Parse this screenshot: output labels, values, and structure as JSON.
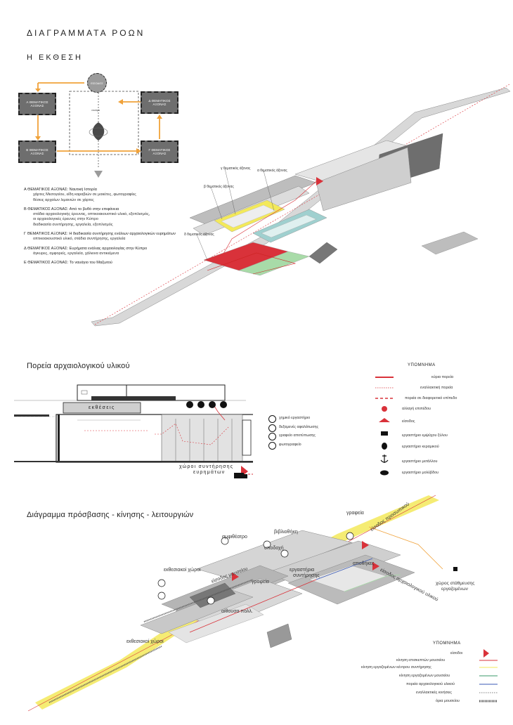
{
  "header": {
    "title": "ΔΙΑΓΡΑΜΜΑΤΑ ΡΟΩΝ",
    "exhibition_title": "Η ΕΚΘΕΣΗ",
    "route_title": "Πορεία αρχαιολογικού υλικού",
    "access_title": "Διάγραμμα πρόσβασης - κίνησης - λειτουργιών"
  },
  "flow": {
    "entrance": "ΕΙΣΟΔΟΣ",
    "boxes": {
      "a": "Α ΘΕΜΑΤΙΚΟΣ ΑΞΟΝΑΣ",
      "b": "Β ΘΕΜΑΤΙΚΟΣ ΑΞΟΝΑΣ",
      "c": "Γ ΘΕΜΑΤΙΚΟΣ ΑΞΟΝΑΣ",
      "d": "Δ ΘΕΜΑΤΙΚΟΣ ΑΞΟΝΑΣ"
    },
    "center_label": "ναυάγιο"
  },
  "axes": [
    {
      "title": "Α ΘΕΜΑΤΙΚΟΣ ΑΞΟΝΑΣ:  Ναυτική Ιστορία",
      "details": [
        "χάρτες Μεσογείου, είδη καραβιών σε μακέτες, φωτογραφίες",
        "θέσεις αρχαίων λιμανιών σε χάρτες"
      ]
    },
    {
      "title": "Β ΘΕΜΑΤΙΚΟΣ ΑΞΟΝΑΣ:  Από το βυθό στην επιφάνεια",
      "details": [
        "στάδια αρχαιολογικής έρευνας, οπτικοακουστικό υλικό, εξοπλισμός,",
        "οι αρχαιολογικές έρευνες στην Κύπρο",
        "διαδικασία συντήρησης, εργαλεία, εξοπλισμός"
      ]
    },
    {
      "title": "Γ ΘΕΜΑΤΙΚΟΣ ΑΞΟΝΑΣ:  Η διαδικασία συντήρησης ενάλιων αρχαιολογικών ευρημάτων",
      "details": [
        "οπτικοακουστικό υλικό, στάδια συντήρησης, εργαλεία"
      ]
    },
    {
      "title": "Δ ΘΕΜΑΤΙΚΟΣ ΑΞΟΝΑΣ:  Ευρήματα ενάλιας αρχαιολογίας στην Κύπρο",
      "details": [
        "άγκυρες, αμφορείς, εργαλεία, χάλκινα αντικείμενα"
      ]
    },
    {
      "title": "Ε ΘΕΜΑΤΙΚΟΣ ΑΞΟΝΑΣ:  Το ναυάγιο του Μαζωτού",
      "details": []
    }
  ],
  "axon_labels": {
    "g": "γ θεματικός άξονας",
    "a": "α θεματικός άξονας",
    "b": "β θεματικός άξονας",
    "d": "δ θεματικός άξονας"
  },
  "route_plan": {
    "exhibitions": "εκθέσεις",
    "storage_lines": [
      "χώροι συντήρησης",
      "ευρημάτων"
    ],
    "rooms": [
      "χημικό εργαστήριο",
      "δεξαμενές αφαλάτωσης",
      "γραφείο αποτύπωσης",
      "φωτογραφείο"
    ]
  },
  "legend1": {
    "title": "ΥΠΟΜΝΗΜΑ",
    "items": [
      "κύρια πορεία",
      "εναλλακτική πορεία",
      "πορεία σε διαφορετικό επίπεδο",
      "αλλαγή επιπέδου",
      "είσοδος",
      "εργαστήριο εμψύχου ξύλου",
      "εργαστήριο κεραμικού",
      "εργαστήριο μετάλλου",
      "εργαστήριο μολύβδου"
    ]
  },
  "access_diagram": {
    "labels": {
      "offices_top": "γραφεία",
      "library": "βιβλιοθήκη",
      "amphitheatre": "αμφιθέατρο",
      "reception": "υποδοχή",
      "staff_entrance": "είσοδος προσωπικού",
      "storage": "αποθήκες",
      "exhibit_spaces_1": "εκθεσιακοί χώροι",
      "museum_entrance": "είσοδος μουσείου",
      "offices_mid": "γραφεία",
      "labs_1": "εργαστήρια",
      "labs_2": "συντήρησης",
      "archaeo_entrance": "είσοδος αρχαιολογικού υλικού",
      "parking_1": "χώρος στάθμευσης",
      "parking_2": "εργαζομένων",
      "hall": "αίθουσα πολλ.",
      "exhibit_spaces_2": "εκθεσιακοί χώροι"
    }
  },
  "legend2": {
    "title": "ΥΠΟΜΝΗΜΑ",
    "items": [
      "είσοδοι",
      "κίνηση επισκεπτών μουσείου",
      "κίνηση εργαζομένων κέντρου συντήρησης",
      "κίνηση εργαζομένων μουσείου",
      "πορεία αρχαιολογικού υλικού",
      "εναλλακτικές κινήσεις",
      "όρια μουσείου"
    ]
  },
  "colors": {
    "orange": "#f0a23a",
    "red": "#d9323a",
    "yellow": "#f3e95a",
    "teal": "#9fd0cf",
    "green": "#a8dba8",
    "gray": "#9b9b9b",
    "blue": "#3a59b5"
  }
}
